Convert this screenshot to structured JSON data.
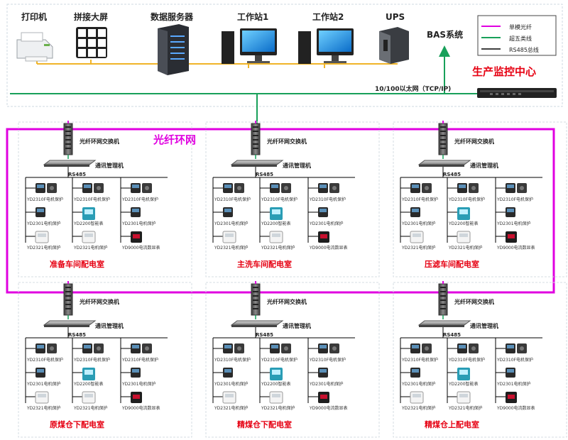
{
  "top": {
    "devices": [
      {
        "name": "printer",
        "label": "打印机"
      },
      {
        "name": "video-wall",
        "label": "拼接大屏"
      },
      {
        "name": "data-server",
        "label": "数据服务器"
      },
      {
        "name": "workstation-1",
        "label": "工作站1"
      },
      {
        "name": "workstation-2",
        "label": "工作站2"
      },
      {
        "name": "ups",
        "label": "UPS"
      }
    ],
    "bas_label": "BAS系统",
    "network_label": "10/100以太网（TCP/IP)",
    "center_title": "生产监控中心"
  },
  "legend": [
    {
      "label": "单模光纤",
      "color": "#e000e0"
    },
    {
      "label": "超五类线",
      "color": "#18a05a"
    },
    {
      "label": "RS485总线",
      "color": "#000000"
    }
  ],
  "ring_label": "光纤环网",
  "colors": {
    "fiber": "#e000e0",
    "ethernet": "#18a05a",
    "rs485": "#000000",
    "room_title": "#e60012",
    "power_line": "#f0b428",
    "bas_arrow": "#18a05a"
  },
  "substation": {
    "switch_label": "光纤环网交换机",
    "manager_label": "通讯管理机",
    "bus_label": "RS485",
    "devices": [
      {
        "label": "YD2310F电机保护",
        "type": "relay"
      },
      {
        "label": "YD2310F电机保护",
        "type": "relay"
      },
      {
        "label": "YD2310F电机保护",
        "type": "relay"
      },
      {
        "label": "YD2301电机保护",
        "type": "relay2"
      },
      {
        "label": "YD2200智能表",
        "type": "teal"
      },
      {
        "label": "YD2301电机保护",
        "type": "relay2"
      },
      {
        "label": "YD2321电机保护",
        "type": "white"
      },
      {
        "label": "YD2321电机保护",
        "type": "white"
      },
      {
        "label": "YD9000电流数显表",
        "type": "meter"
      }
    ]
  },
  "rooms": [
    {
      "title": "准备车间配电室"
    },
    {
      "title": "主洗车间配电室"
    },
    {
      "title": "压滤车间配电室"
    },
    {
      "title": "原煤仓下配电室"
    },
    {
      "title": "精煤仓下配电室"
    },
    {
      "title": "精煤仓上配电室"
    }
  ]
}
